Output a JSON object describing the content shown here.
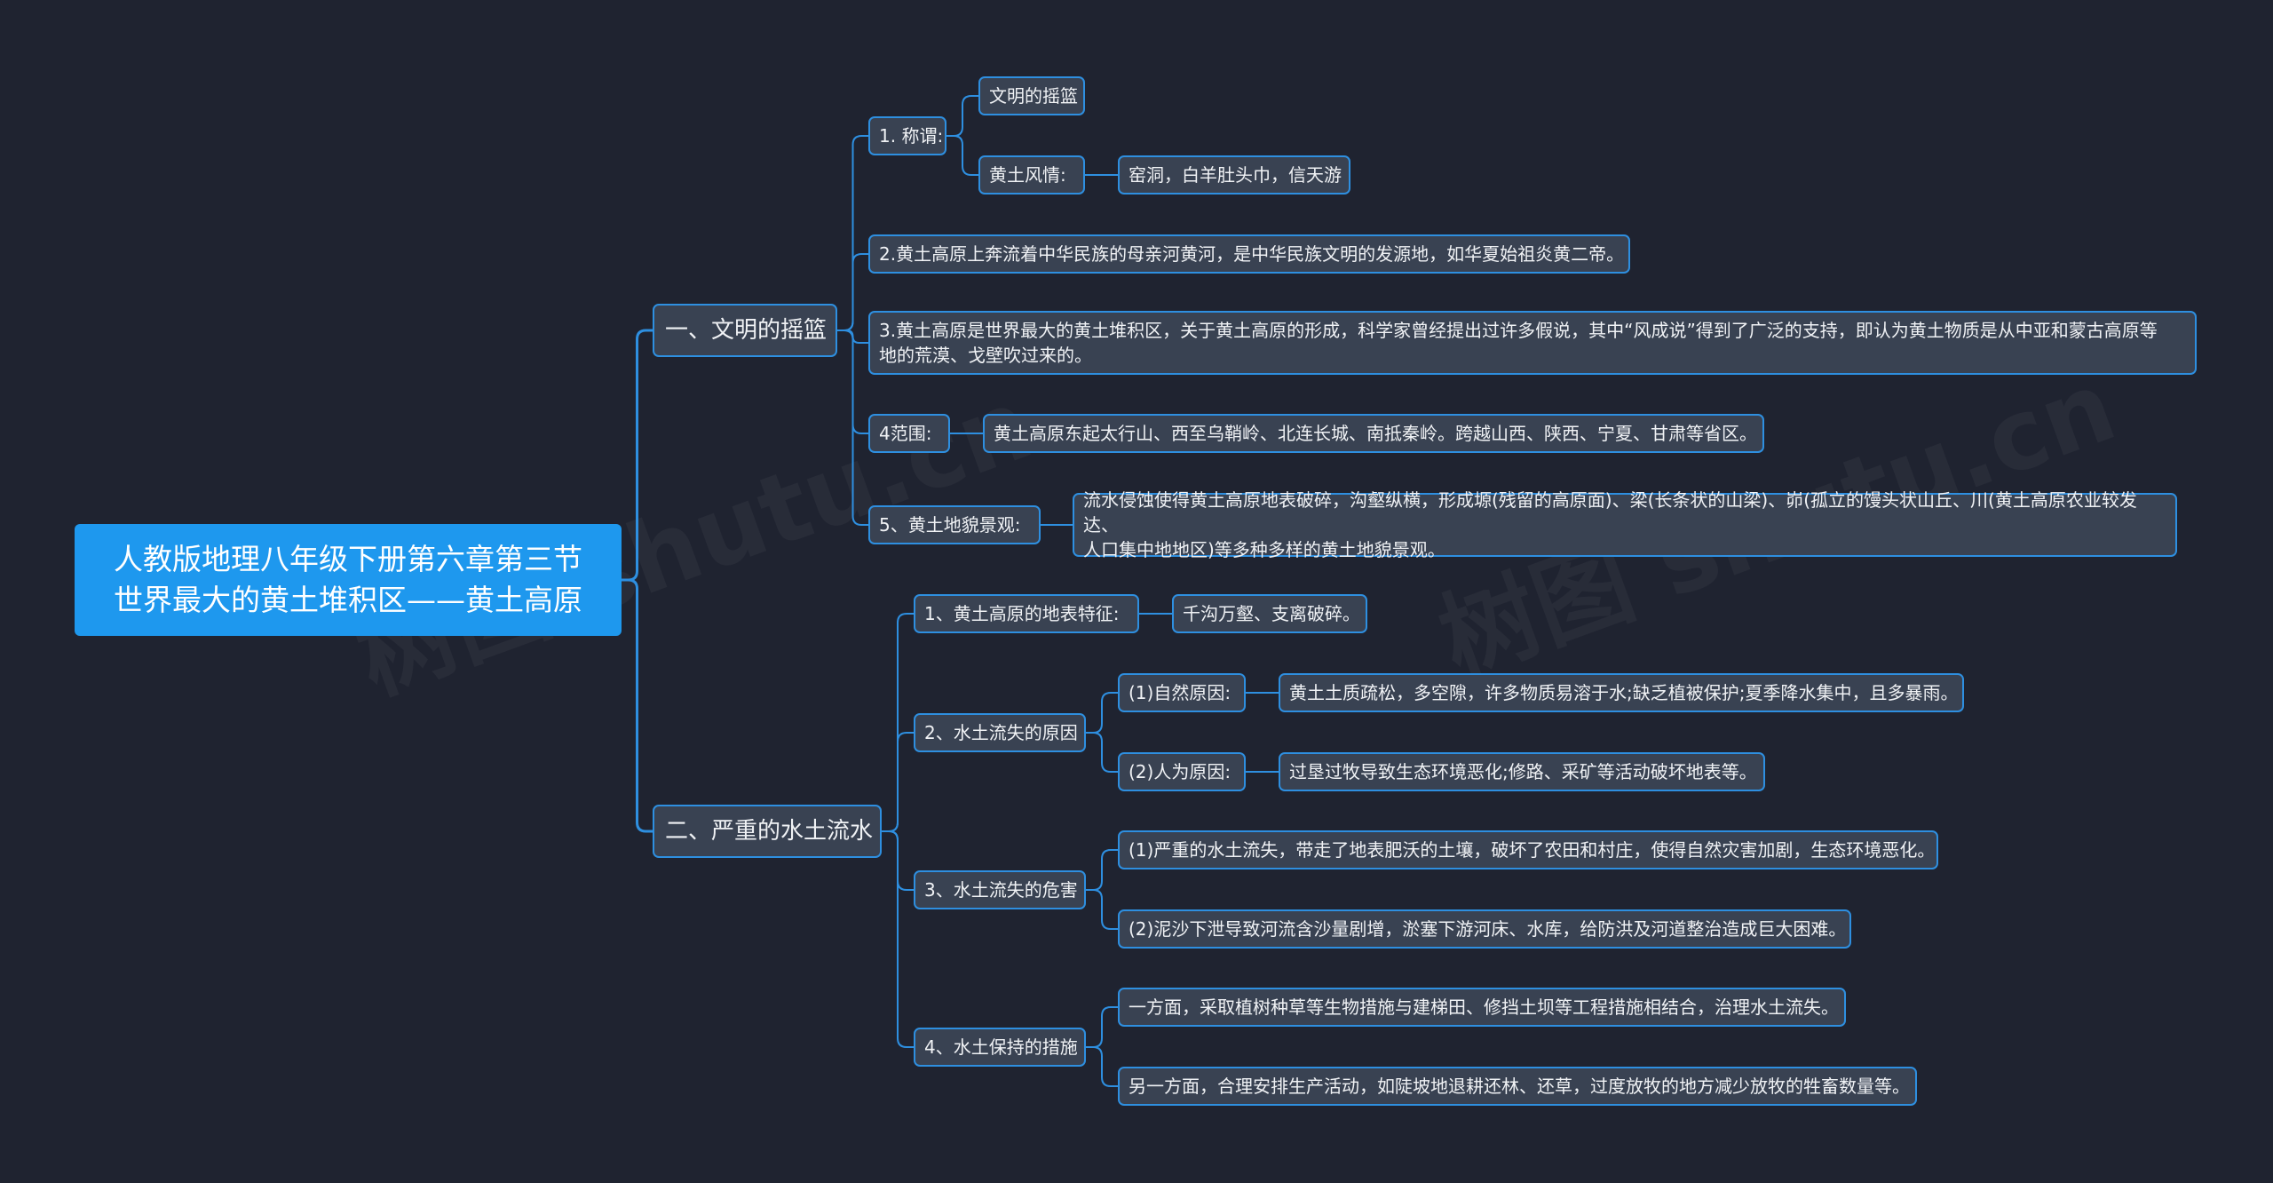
{
  "root": {
    "line1": "人教版地理八年级下册第六章第三节",
    "line2": "世界最大的黄土堆积区——黄土高原"
  },
  "b1": {
    "label": "一、文明的摇篮",
    "c1": {
      "label": "1. 称谓:",
      "g1": "文明的摇篮",
      "g2": "黄土风情:",
      "g2_detail": "窑洞，白羊肚头巾，信天游"
    },
    "c2": "2.黄土高原上奔流着中华民族的母亲河黄河，是中华民族文明的发源地，如华夏始祖炎黄二帝。",
    "c3": {
      "line1": "3.黄土高原是世界最大的黄土堆积区，关于黄土高原的形成，科学家曾经提出过许多假说，其中“风成说”得到了广泛的支持，即认为黄土物质是从中亚和蒙古高原等",
      "line2": "地的荒漠、戈壁吹过来的。"
    },
    "c4": {
      "label": "4范围:",
      "detail": "黄土高原东起太行山、西至乌鞘岭、北连长城、南抵秦岭。跨越山西、陕西、宁夏、甘肃等省区。"
    },
    "c5": {
      "label": "5、黄土地貌景观:",
      "line1": "流水侵蚀使得黄土高原地表破碎，沟壑纵横，形成塬(残留的高原面)、梁(长条状的山梁)、峁(孤立的馒头状山丘、川(黄土高原农业较发达、",
      "line2": "人口集中地地区)等多种多样的黄土地貌景观。"
    }
  },
  "b2": {
    "label": "二、严重的水土流水",
    "c1": {
      "label": "1、黄土高原的地表特征:",
      "detail": "千沟万壑、支离破碎。"
    },
    "c2": {
      "label": "2、水土流失的原因",
      "g1": "(1)自然原因:",
      "g1_detail": "黄土土质疏松，多空隙，许多物质易溶于水;缺乏植被保护;夏季降水集中，且多暴雨。",
      "g2": "(2)人为原因:",
      "g2_detail": "过垦过牧导致生态环境恶化;修路、采矿等活动破坏地表等。"
    },
    "c3": {
      "label": "3、水土流失的危害",
      "g1": "(1)严重的水土流失，带走了地表肥沃的土壤，破坏了农田和村庄，使得自然灾害加剧，生态环境恶化。",
      "g2": "(2)泥沙下泄导致河流含沙量剧增，淤塞下游河床、水库，给防洪及河道整治造成巨大困难。"
    },
    "c4": {
      "label": "4、水土保持的措施",
      "g1": "一方面，采取植树种草等生物措施与建梯田、修挡土坝等工程措施相结合，治理水土流失。",
      "g2": "另一方面，合理安排生产活动，如陡坡地退耕还林、还草，过度放牧的地方减少放牧的牲畜数量等。"
    }
  },
  "colors": {
    "background": "#1f2330",
    "accent": "#1e98ee",
    "node_fill": "#394252",
    "node_border": "#2e8fe0"
  }
}
